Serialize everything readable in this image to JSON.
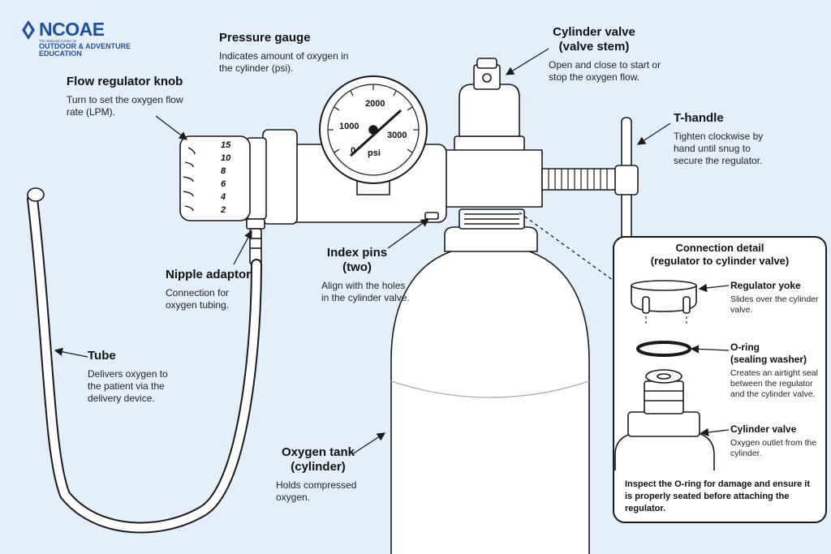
{
  "logo": {
    "name": "NCOAE",
    "subtitle": "The National Center for",
    "line1": "OUTDOOR & ADVENTURE",
    "line2": "EDUCATION"
  },
  "labels": {
    "pressure_gauge": {
      "title": "Pressure gauge",
      "desc": "Indicates amount of oxygen in the cylinder (psi)."
    },
    "cylinder_valve": {
      "title1": "Cylinder valve",
      "title2": "(valve stem)",
      "desc": "Open and close to start or stop the oxygen flow."
    },
    "flow_knob": {
      "title": "Flow regulator knob",
      "desc": "Turn to set the oxygen flow rate (LPM)."
    },
    "t_handle": {
      "title": "T-handle",
      "desc": "Tighten clockwise by hand until snug to secure the regulator."
    },
    "nipple": {
      "title": "Nipple adaptor",
      "desc": "Connection for oxygen tubing."
    },
    "index_pins": {
      "title1": "Index pins",
      "title2": "(two)",
      "desc": "Align with the holes in the cylinder valve."
    },
    "tube": {
      "title": "Tube",
      "desc": "Delivers oxygen to the patient via the delivery device."
    },
    "tank": {
      "title1": "Oxygen tank",
      "title2": "(cylinder)",
      "desc": "Holds compressed oxygen."
    }
  },
  "dial_numbers": [
    "15",
    "10",
    "8",
    "6",
    "4",
    "2"
  ],
  "gauge": {
    "ticks": [
      "0",
      "1000",
      "2000",
      "3000"
    ],
    "unit": "psi"
  },
  "detail": {
    "title1": "Connection detail",
    "title2": "(regulator to cylinder valve)",
    "yoke": {
      "title": "Regulator yoke",
      "desc": "Slides over the cylinder valve."
    },
    "oring": {
      "title1": "O-ring",
      "title2": "(sealing washer)",
      "desc": "Creates an airtight seal between the regulator and the cylinder valve."
    },
    "valve": {
      "title": "Cylinder valve",
      "desc": "Oxygen outlet from the cylinder."
    },
    "note": "Inspect the O-ring for damage and ensure it is properly seated before attaching the regulator."
  },
  "colors": {
    "background": "#e3effa",
    "brand": "#1e4f9c",
    "line": "#1a1a1a",
    "fill": "#ffffff"
  }
}
